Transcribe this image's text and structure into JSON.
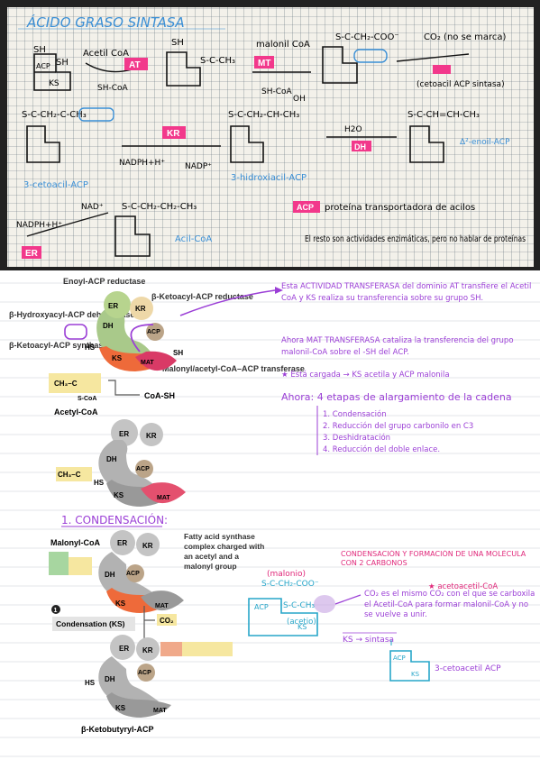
{
  "photo": {
    "heading": "ÁCIDO GRASO SINTASA",
    "r1": {
      "sh_a": "SH",
      "sh_b": "SH",
      "acp": "ACP",
      "ks": "KS",
      "acetil_coa": "Acetil CoA",
      "at_tag": "AT",
      "sh_coa_1": "SH-CoA",
      "acetyl_sh": "SH",
      "acetyl_chain": "S-C-CH₃",
      "malonil_coa": "malonil CoA",
      "mt_tag": "MT",
      "sh_coa_2": "SH-CoA",
      "malonyl_chain": "S-C-CH₂-COO⁻",
      "co2_label": "CO₂ (no se marca)",
      "cetoacil_note": "(cetoacil ACP sintasa)"
    },
    "r2": {
      "keto_chain": "S-C-CH₂-C-CH₃",
      "kr_tag": "KR",
      "nadph": "NADPH+H⁺",
      "nadp": "NADP⁺",
      "hydroxy_chain": "S-C-CH₂-CH-CH₃",
      "oh": "OH",
      "h2o": "H2O",
      "dh_tag": "DH",
      "enoyl_chain": "S-C-CH=CH-CH₃",
      "enoil_label": "Δ²-enoil-ACP",
      "label_3ceto": "3-cetoacil-ACP",
      "label_3hidroxi": "3-hidroxiacil-ACP"
    },
    "r3": {
      "nad": "NAD⁺",
      "nadph2": "NADPH+H⁺",
      "er_tag": "ER",
      "acyl_chain": "S-C-CH₂-CH₂-CH₃",
      "acil_coa": "Acil-CoA",
      "acp_tag": "ACP",
      "acp_def": "proteína transportadora de acilos",
      "resto_note": "El resto son actividades enzimáticas, pero no hablar de proteínas"
    }
  },
  "fig1": {
    "enoyl_reductase": "Enoyl-ACP reductase",
    "ketoacyl_reductase": "β-Ketoacyl-ACP reductase",
    "hydroxyacyl": "β-Hydroxyacyl-ACP dehydratase",
    "ketoacyl_synthase": "β-Ketoacyl-ACP synthase",
    "malonyl_transferase": "Malonyl/acetyl-CoA–ACP transferase",
    "acetyl_coa": "Acetyl-CoA",
    "coa_sh": "CoA-SH",
    "s_coa": "S-CoA",
    "ch3": "CH₃–C",
    "hs": "HS",
    "sh": "SH",
    "er": "ER",
    "kr": "KR",
    "dh": "DH",
    "ks": "KS",
    "acp": "ACP",
    "mat": "MAT"
  },
  "notes1": {
    "line1": "Esta ACTIVIDAD TRANSFERASA del dominio AT transfiere el Acetil CoA y KS realiza su transferencia sobre su grupo SH.",
    "line2": "Ahora MAT TRANSFERASA cataliza la transferencia del grupo malonil-CoA sobre el -SH del ACP.",
    "line3": "★ Está cargada → KS acetila y ACP malonila",
    "heading": "Ahora: 4 etapas de alargamiento de la cadena",
    "steps": [
      "1. Condensación",
      "2. Reducción del grupo carbonilo en C3",
      "3. Deshidratación",
      "4. Reducción del doble enlace."
    ]
  },
  "section": {
    "title": "1. CONDENSACIÓN:"
  },
  "fig2": {
    "malonyl_coa": "Malonyl-CoA",
    "caption": "Fatty acid synthase complex charged with an acetyl and a malonyl group",
    "step_num": "1",
    "step_label": "Condensation (KS)",
    "co2": "CO₂",
    "product": "β-Ketobutyryl-ACP"
  },
  "notes2": {
    "title": "CONDENSACIÓN Y FORMACIÓN DE UNA MOLÉCULA CON 2 CARBONOS",
    "acetoacetil": "★ acetoacetil-CoA",
    "malonio": "(malonio)",
    "acetio": "(acetio)",
    "chain_top": "S-C-CH₂-COO⁻",
    "chain_mid": "S-C-CH₃",
    "co2_note": "CO₂ es el mismo CO₂ con el que se carboxila el Acetil-CoA para formar malonil-CoA y no se vuelve a unir.",
    "ks_sintasa": "KS → sintasa",
    "cetoacil_acp": "3-cetoacetil ACP",
    "acp": "ACP",
    "ks": "KS"
  },
  "colors": {
    "purple": "#9b3fd6",
    "pink": "#e0287a",
    "cyan": "#27a6c9",
    "orange": "#e8682a"
  }
}
